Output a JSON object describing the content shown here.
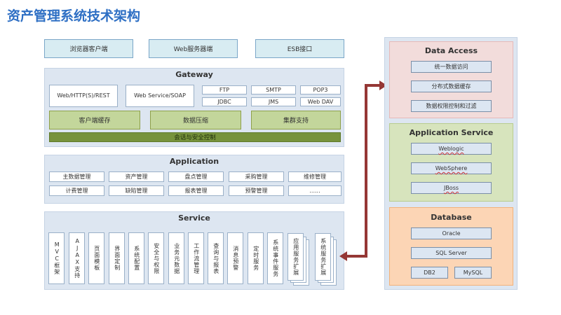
{
  "title": "资产管理系统技术架构",
  "clients": [
    "浏览器客户端",
    "Web服务器端",
    "ESB接口"
  ],
  "gateway": {
    "title": "Gateway",
    "protocols_large": [
      "Web/HTTP(S)/REST",
      "Web Service/SOAP"
    ],
    "protocols_small": [
      "FTP",
      "SMTP",
      "POP3",
      "JDBC",
      "JMS",
      "Web DAV"
    ],
    "features": [
      "客户端缓存",
      "数据压缩",
      "集群支持"
    ],
    "bar": "会话与安全控制"
  },
  "application": {
    "title": "Application",
    "modules": [
      "主数据管理",
      "资产管理",
      "盘点管理",
      "采购管理",
      "维修管理",
      "计费管理",
      "缺陷管理",
      "报表管理",
      "预警管理",
      "......"
    ]
  },
  "service": {
    "title": "Service",
    "items": [
      "MVC框架",
      "AJAX支持",
      "页面模板",
      "界面定制",
      "系统配置",
      "安全与权限",
      "业务元数据",
      "工作流管理",
      "查询与报表",
      "消息预警",
      "定时服务",
      "系统事件服务",
      "应用服务扩展",
      "系统服务扩展"
    ]
  },
  "data_access": {
    "title": "Data Access",
    "items": [
      "统一数据访问",
      "分布式数据缓存",
      "数据权限控制和过滤"
    ],
    "color": "#f2dcdb"
  },
  "application_service": {
    "title": "Application Service",
    "items": [
      "Weblogic",
      "WebSphere",
      "JBoss"
    ],
    "color": "#d7e4bd"
  },
  "database": {
    "title": "Database",
    "items": [
      "Oracle",
      "SQL Server",
      "DB2",
      "MySQL"
    ],
    "color": "#fcd5b5"
  },
  "colors": {
    "accent": "#2e6fc4",
    "arrow": "#953735",
    "right_panel": "#dde6f1"
  }
}
